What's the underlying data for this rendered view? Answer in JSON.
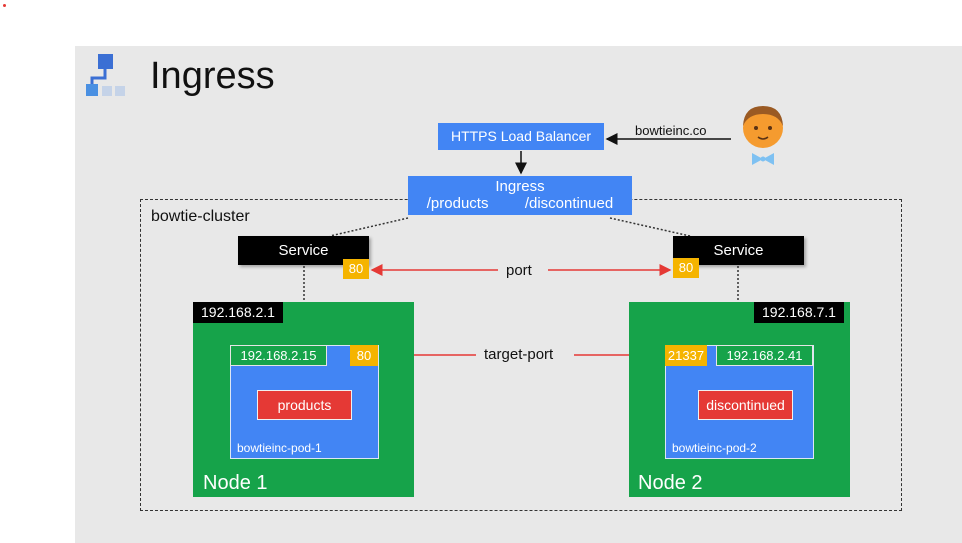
{
  "title": "Ingress",
  "load_balancer": "HTTPS Load Balancer",
  "user_domain": "bowtieinc.co",
  "ingress": {
    "label": "Ingress",
    "path1": "/products",
    "path2": "/discontinued"
  },
  "cluster_label": "bowtie-cluster",
  "service_left": {
    "label": "Service",
    "port": "80"
  },
  "service_right": {
    "label": "Service",
    "port": "80"
  },
  "port_label": "port",
  "target_port_label": "target-port",
  "node1": {
    "ip": "192.168.2.1",
    "name": "Node 1",
    "pod_ip": "192.168.2.15",
    "pod_port": "80",
    "app": "products",
    "pod_name": "bowtieinc-pod-1"
  },
  "node2": {
    "ip": "192.168.7.1",
    "name": "Node 2",
    "pod_ip": "192.168.2.41",
    "pod_port": "21337",
    "app": "discontinued",
    "pod_name": "bowtieinc-pod-2"
  },
  "colors": {
    "blue": "#4285f4",
    "green": "#16a34a",
    "red": "#e53935",
    "yellow": "#f5b400",
    "arrow_red": "#e53935"
  }
}
